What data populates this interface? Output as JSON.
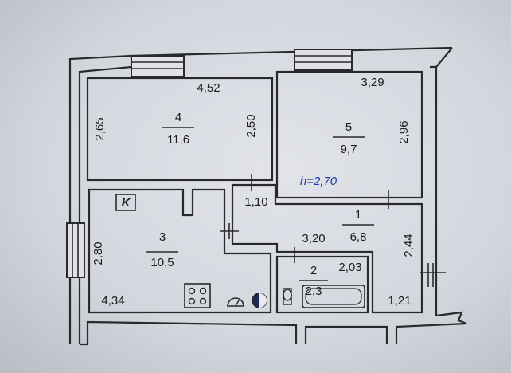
{
  "plan": {
    "ceiling_height": "h=2,70",
    "kitchen_marker": "K",
    "rooms": [
      {
        "id": "room-4",
        "number": "4",
        "area": "11,6",
        "width_top": "4,52",
        "height_left": "2,65",
        "height_right": "2,50"
      },
      {
        "id": "room-5",
        "number": "5",
        "area": "9,7",
        "width_top": "3,29",
        "height_right": "2,96"
      },
      {
        "id": "room-3",
        "number": "3",
        "area": "10,5",
        "height_left": "2,80",
        "width_bottom": "4,34"
      },
      {
        "id": "room-1",
        "number": "1",
        "area": "6,8",
        "width_inner": "3,20",
        "height_right": "2,44",
        "width_bottom": "1,21",
        "passage_width": "1,10"
      },
      {
        "id": "room-2",
        "number": "2",
        "area": "2,3",
        "width": "2,03"
      }
    ]
  },
  "colors": {
    "line": "#2a2a2a",
    "paper": "#e2e4ea"
  }
}
